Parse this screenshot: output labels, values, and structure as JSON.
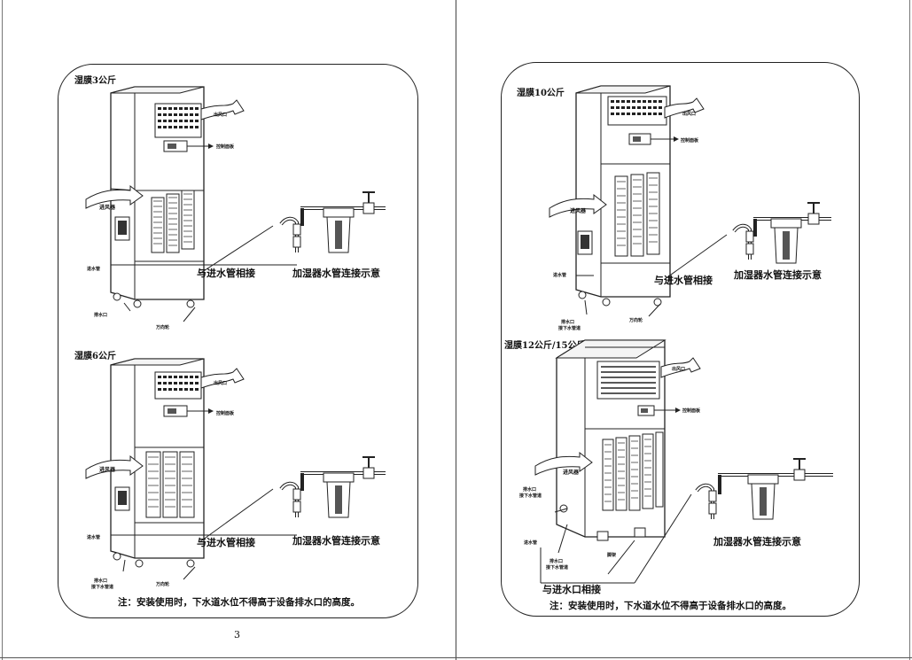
{
  "left_panel": {
    "unit_3kg": {
      "title": "湿膜3公斤",
      "outlet_label": "出风口",
      "control_label": "控制面板",
      "inlet_label": "进风器",
      "water_inlet_label": "进水管",
      "drain_label": "排水口",
      "caster_label": "万向轮",
      "connect_label": "与进水管相接",
      "hose_caption": "加湿器水管连接示意"
    },
    "unit_6kg": {
      "title": "湿膜6公斤",
      "outlet_label": "出风口",
      "control_label": "控制面板",
      "inlet_label": "进风器",
      "water_inlet_label": "进水管",
      "drain_label": "排水口",
      "drain_sub_label": "接下水管道",
      "caster_label": "万向轮",
      "connect_label": "与进水管相接",
      "hose_caption": "加湿器水管连接示意"
    },
    "note": "注：安装使用时，下水道水位不得高于设备排水口的高度。",
    "page_number": "3"
  },
  "right_panel": {
    "unit_10kg": {
      "title": "湿膜10公斤",
      "outlet_label": "出风口",
      "control_label": "控制面板",
      "inlet_label": "进风器",
      "water_inlet_label": "进水管",
      "drain_label": "排水口",
      "drain_sub_label": "接下水管道",
      "caster_label": "万向轮",
      "connect_label": "与进水管相接",
      "hose_caption": "加湿器水管连接示意"
    },
    "unit_12_15kg": {
      "title": "湿膜12公斤/15公斤",
      "outlet_label": "出风口",
      "control_label": "控制面板",
      "inlet_label": "进风器",
      "drain_label": "排水口",
      "drain_sub_label": "接下水管道",
      "water_inlet_label": "进水管",
      "drain_label_2": "排水口",
      "drain_sub_label_2": "接下水管道",
      "base_label": "脚架",
      "connect_label": "与进水口相接",
      "hose_caption": "加湿器水管连接示意"
    },
    "note": "注：安装使用时，下水道水位不得高于设备排水口的高度。"
  }
}
